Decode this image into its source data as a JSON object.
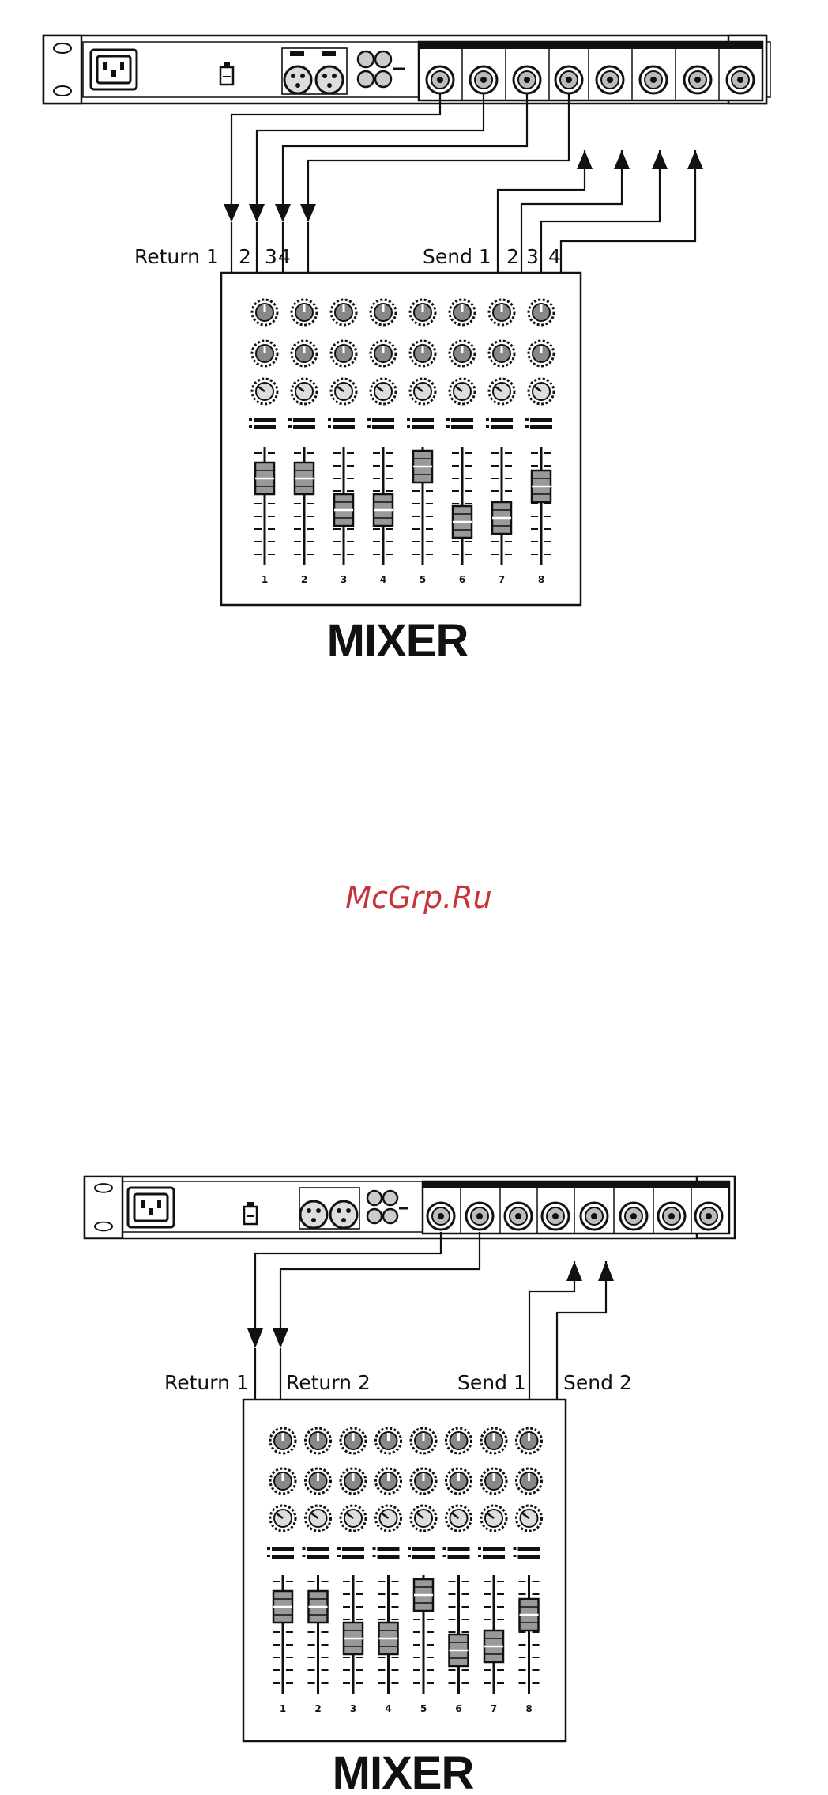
{
  "watermark": "McGrp.Ru",
  "diagram_top": {
    "return_labels": [
      "Return 1",
      "2",
      "3",
      "4"
    ],
    "send_labels": [
      "Send 1",
      "2",
      "3",
      "4"
    ],
    "mixer_title": "MIXER",
    "channel_numbers": [
      "1",
      "2",
      "3",
      "4",
      "5",
      "6",
      "7",
      "8"
    ]
  },
  "diagram_bottom": {
    "return_labels": [
      "Return 1",
      "Return 2"
    ],
    "send_labels": [
      "Send 1",
      "Send 2"
    ],
    "mixer_title": "MIXER",
    "channel_numbers": [
      "1",
      "2",
      "3",
      "4",
      "5",
      "6",
      "7",
      "8"
    ]
  }
}
